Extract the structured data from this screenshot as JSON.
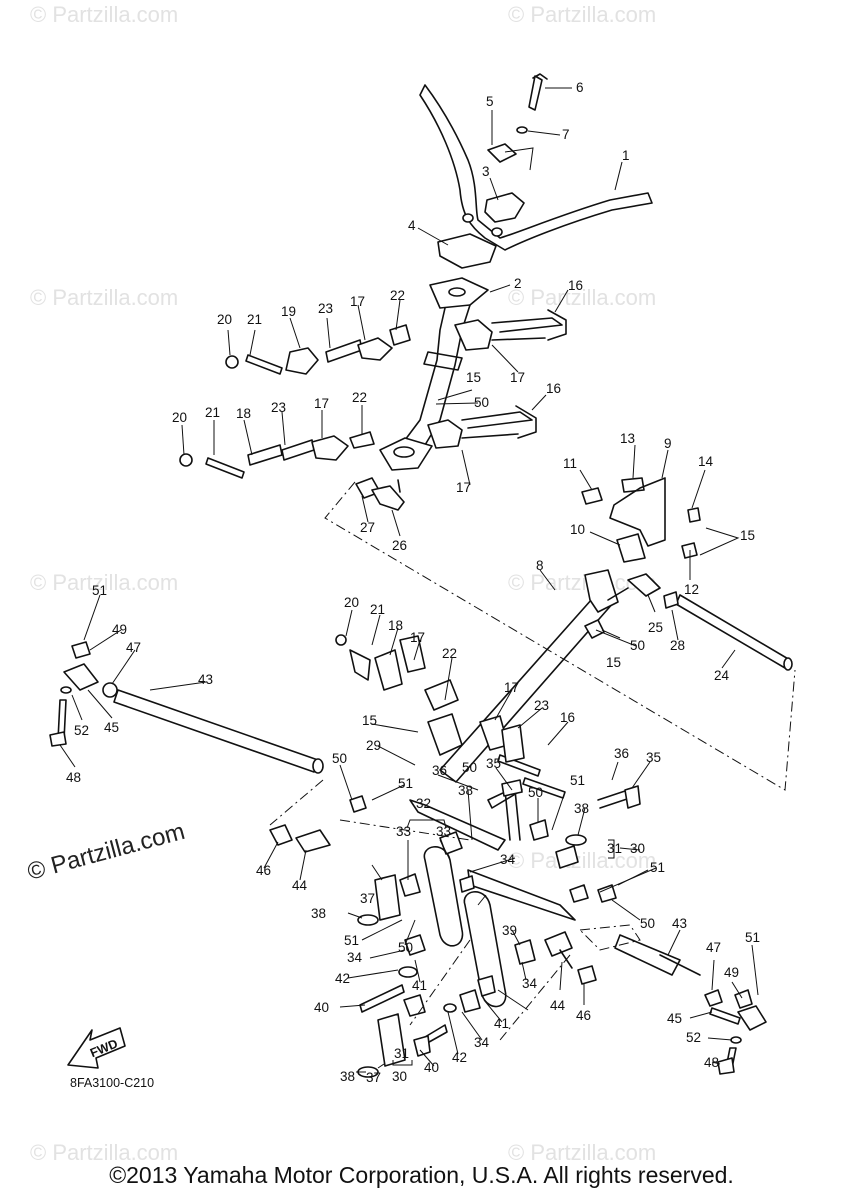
{
  "diagram": {
    "code": "8FA3100-C210",
    "fwd_label": "FWD",
    "watermark": "© Partzilla.com",
    "copyright": "©2013 Yamaha Motor Corporation, U.S.A. All rights reserved."
  },
  "callouts": [
    "1",
    "2",
    "3",
    "4",
    "5",
    "6",
    "7",
    "8",
    "9",
    "10",
    "11",
    "12",
    "13",
    "14",
    "15",
    "16",
    "17",
    "18",
    "19",
    "20",
    "21",
    "22",
    "23",
    "24",
    "25",
    "26",
    "27",
    "28",
    "29",
    "30",
    "31",
    "32",
    "33",
    "34",
    "35",
    "36",
    "37",
    "38",
    "39",
    "40",
    "41",
    "42",
    "43",
    "44",
    "45",
    "46",
    "47",
    "48",
    "49",
    "50",
    "51",
    "52"
  ]
}
